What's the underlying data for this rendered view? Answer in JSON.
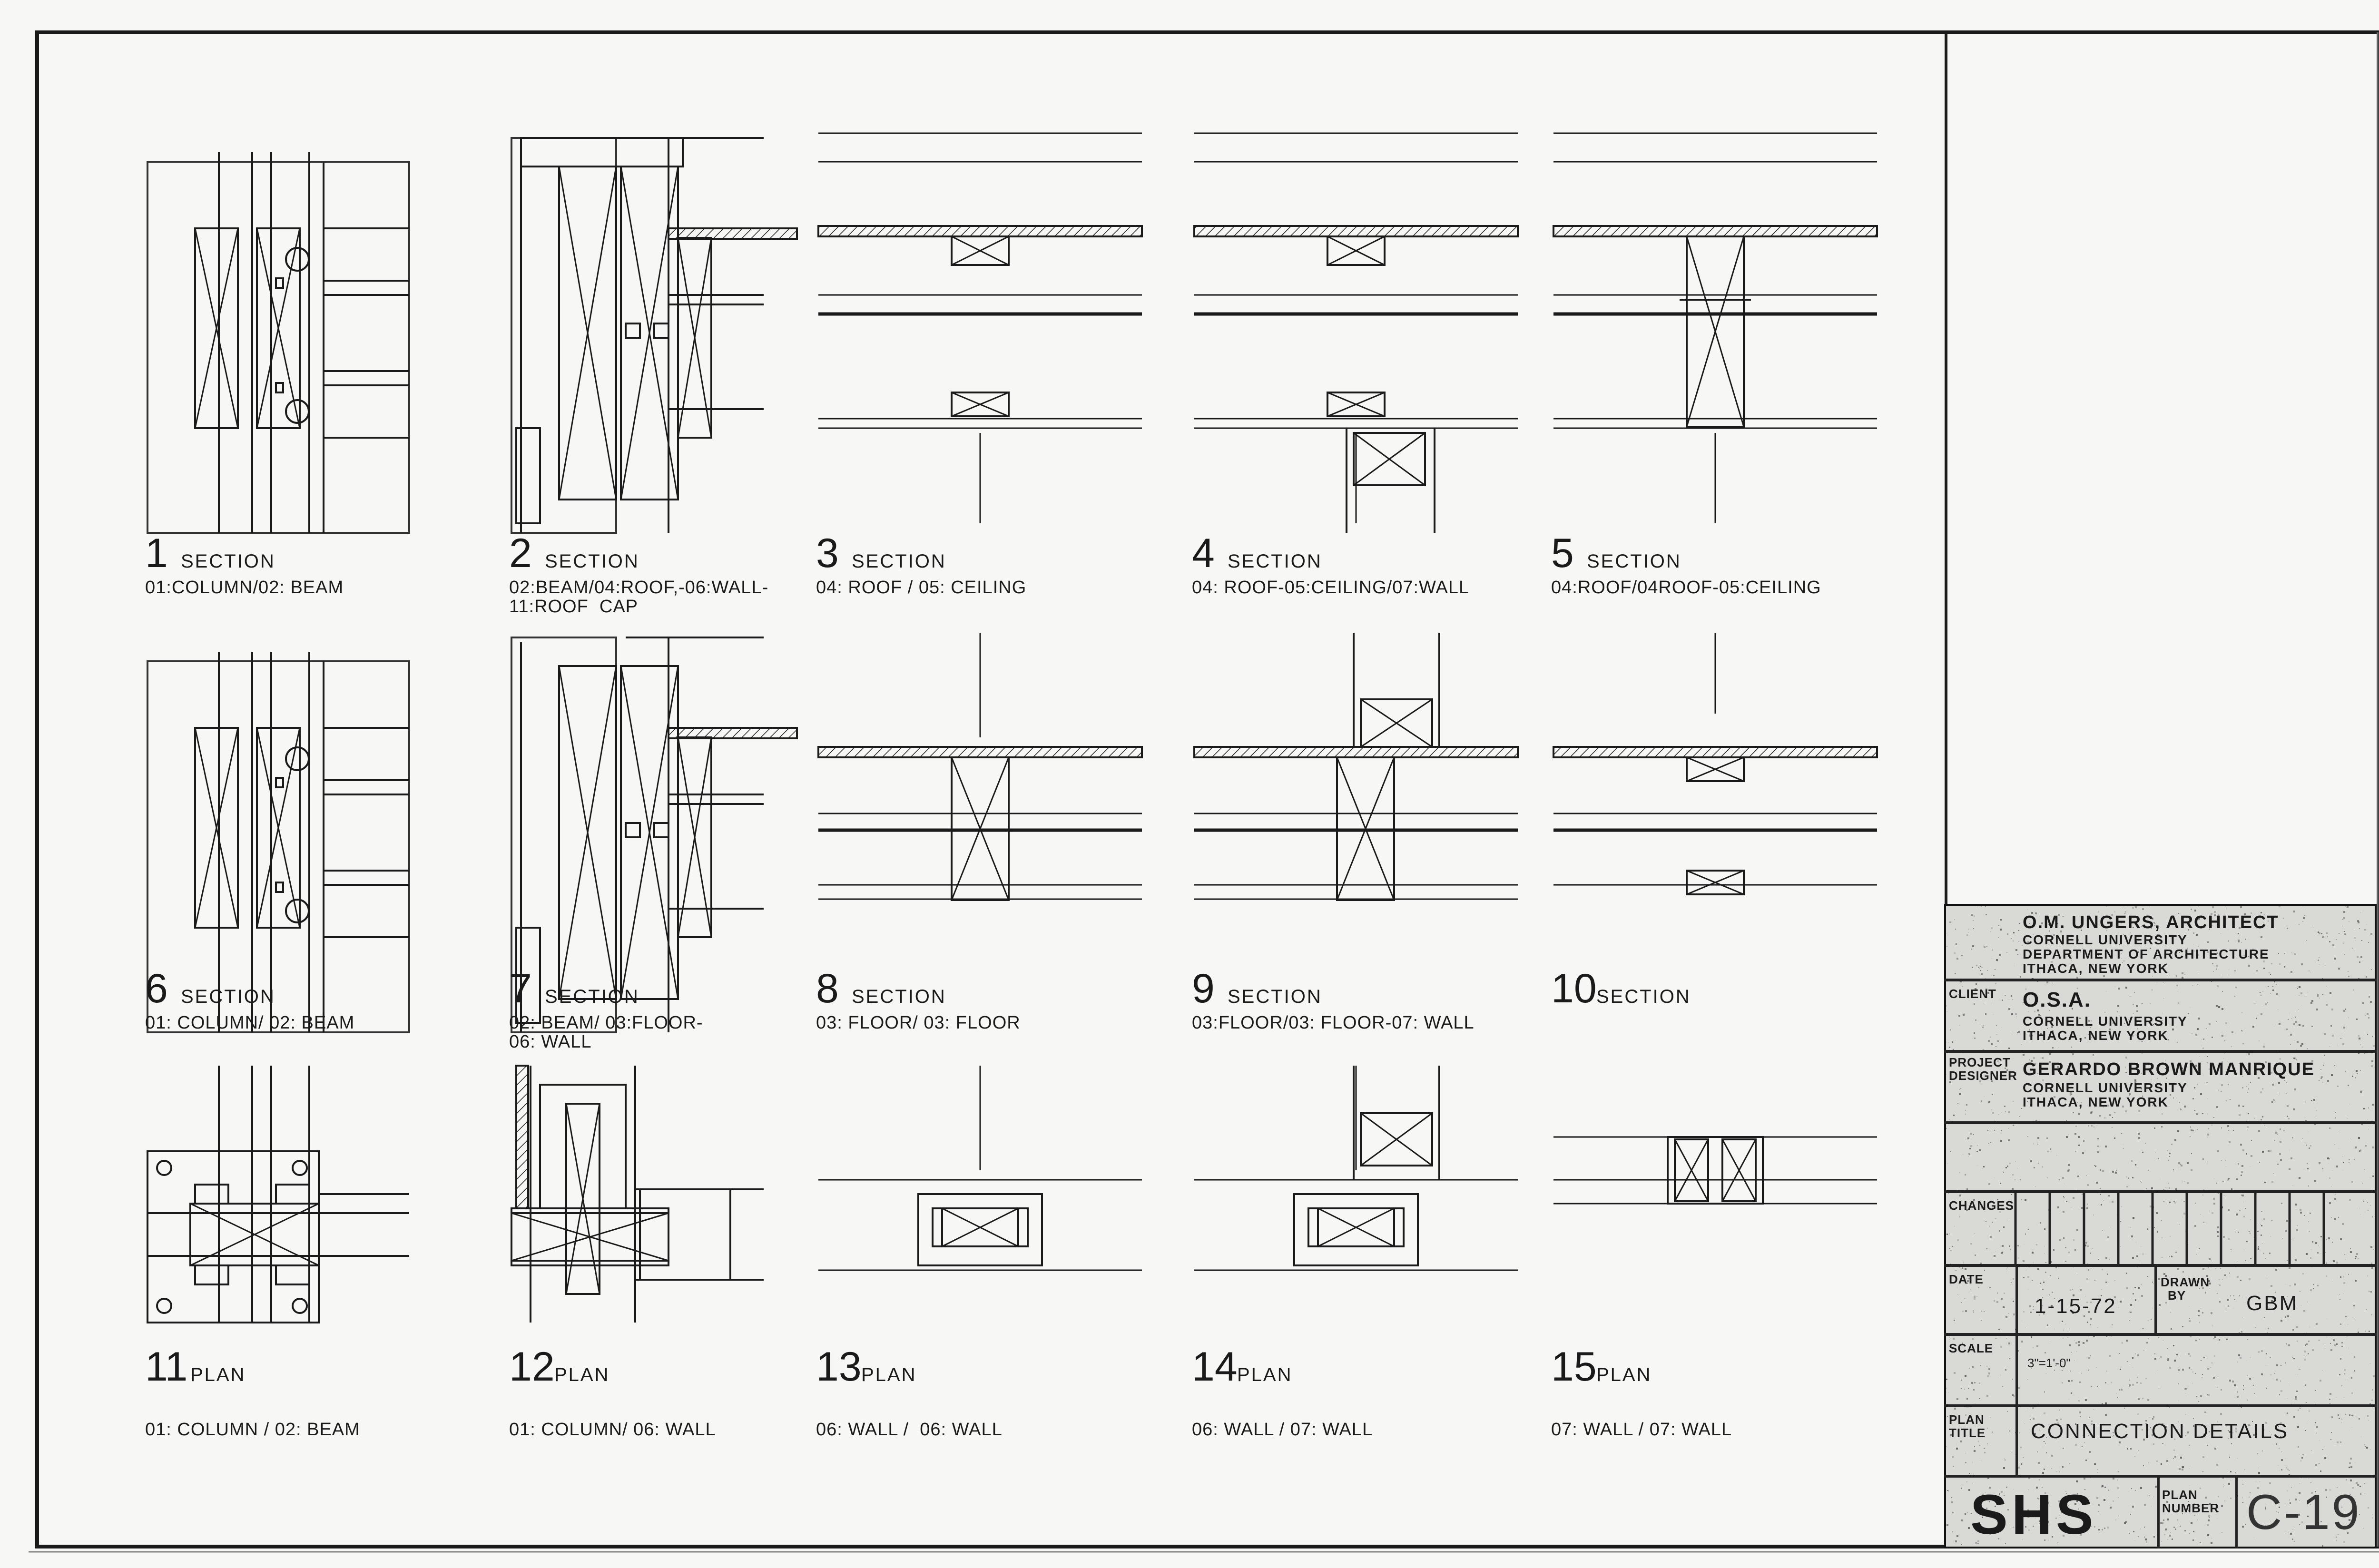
{
  "details": [
    {
      "number": "1",
      "type": "SECTION",
      "description": "01:COLUMN/02: BEAM"
    },
    {
      "number": "2",
      "type": "SECTION",
      "description": "02:BEAM/04:ROOF,-06:WALL-\n11:ROOF  CAP"
    },
    {
      "number": "3",
      "type": "SECTION",
      "description": "04: ROOF / 05: CEILING"
    },
    {
      "number": "4",
      "type": "SECTION",
      "description": "04: ROOF-05:CEILING/07:WALL"
    },
    {
      "number": "5",
      "type": "SECTION",
      "description": "04:ROOF/04ROOF-05:CEILING"
    },
    {
      "number": "6",
      "type": "SECTION",
      "description": "01: COLUMN/ 02: BEAM"
    },
    {
      "number": "7",
      "type": "SECTION",
      "description": "02: BEAM/ 03:FLOOR-\n06: WALL"
    },
    {
      "number": "8",
      "type": "SECTION",
      "description": "03: FLOOR/ 03: FLOOR"
    },
    {
      "number": "9",
      "type": "SECTION",
      "description": "03:FLOOR/03: FLOOR-07: WALL"
    },
    {
      "number": "10",
      "type": "SECTION",
      "description": ""
    },
    {
      "number": "11",
      "type": "PLAN",
      "description": "01: COLUMN / 02: BEAM"
    },
    {
      "number": "12",
      "type": "PLAN",
      "description": "01: COLUMN/ 06: WALL"
    },
    {
      "number": "13",
      "type": "PLAN",
      "description": "06: WALL /  06: WALL"
    },
    {
      "number": "14",
      "type": "PLAN",
      "description": "06: WALL / 07: WALL"
    },
    {
      "number": "15",
      "type": "PLAN",
      "description": "07: WALL / 07: WALL"
    }
  ],
  "title_block": {
    "architect": {
      "name": "O.M. UNGERS, ARCHITECT",
      "line1": "CORNELL  UNIVERSITY",
      "line2": "DEPARTMENT  OF  ARCHITECTURE",
      "line3": "ITHACA,  NEW  YORK"
    },
    "client": {
      "label": "CLIENT",
      "name": "O.S.A.",
      "line1": "CORNELL  UNIVERSITY",
      "line2": "ITHACA,  NEW  YORK"
    },
    "designer": {
      "label_line1": "PROJECT",
      "label_line2": "DESIGNER",
      "name": "GERARDO  BROWN  MANRIQUE",
      "line1": "CORNELL  UNIVERSITY",
      "line2": "ITHACA,  NEW  YORK"
    },
    "changes_label": "CHANGES",
    "date_label": "DATE",
    "date_value": "1-15-72",
    "drawn_by_label_line1": "DRAWN",
    "drawn_by_label_line2": "BY",
    "drawn_by_value": "GBM",
    "scale_label": "SCALE",
    "scale_value": "3\"=1'-0\"",
    "plan_title_label_line1": "PLAN",
    "plan_title_label_line2": "TITLE",
    "plan_title_value": "CONNECTION   DETAILS",
    "logo_text": "SHS",
    "plan_number_label_line1": "PLAN",
    "plan_number_label_line2": "NUMBER",
    "plan_number_value": "C-19"
  }
}
